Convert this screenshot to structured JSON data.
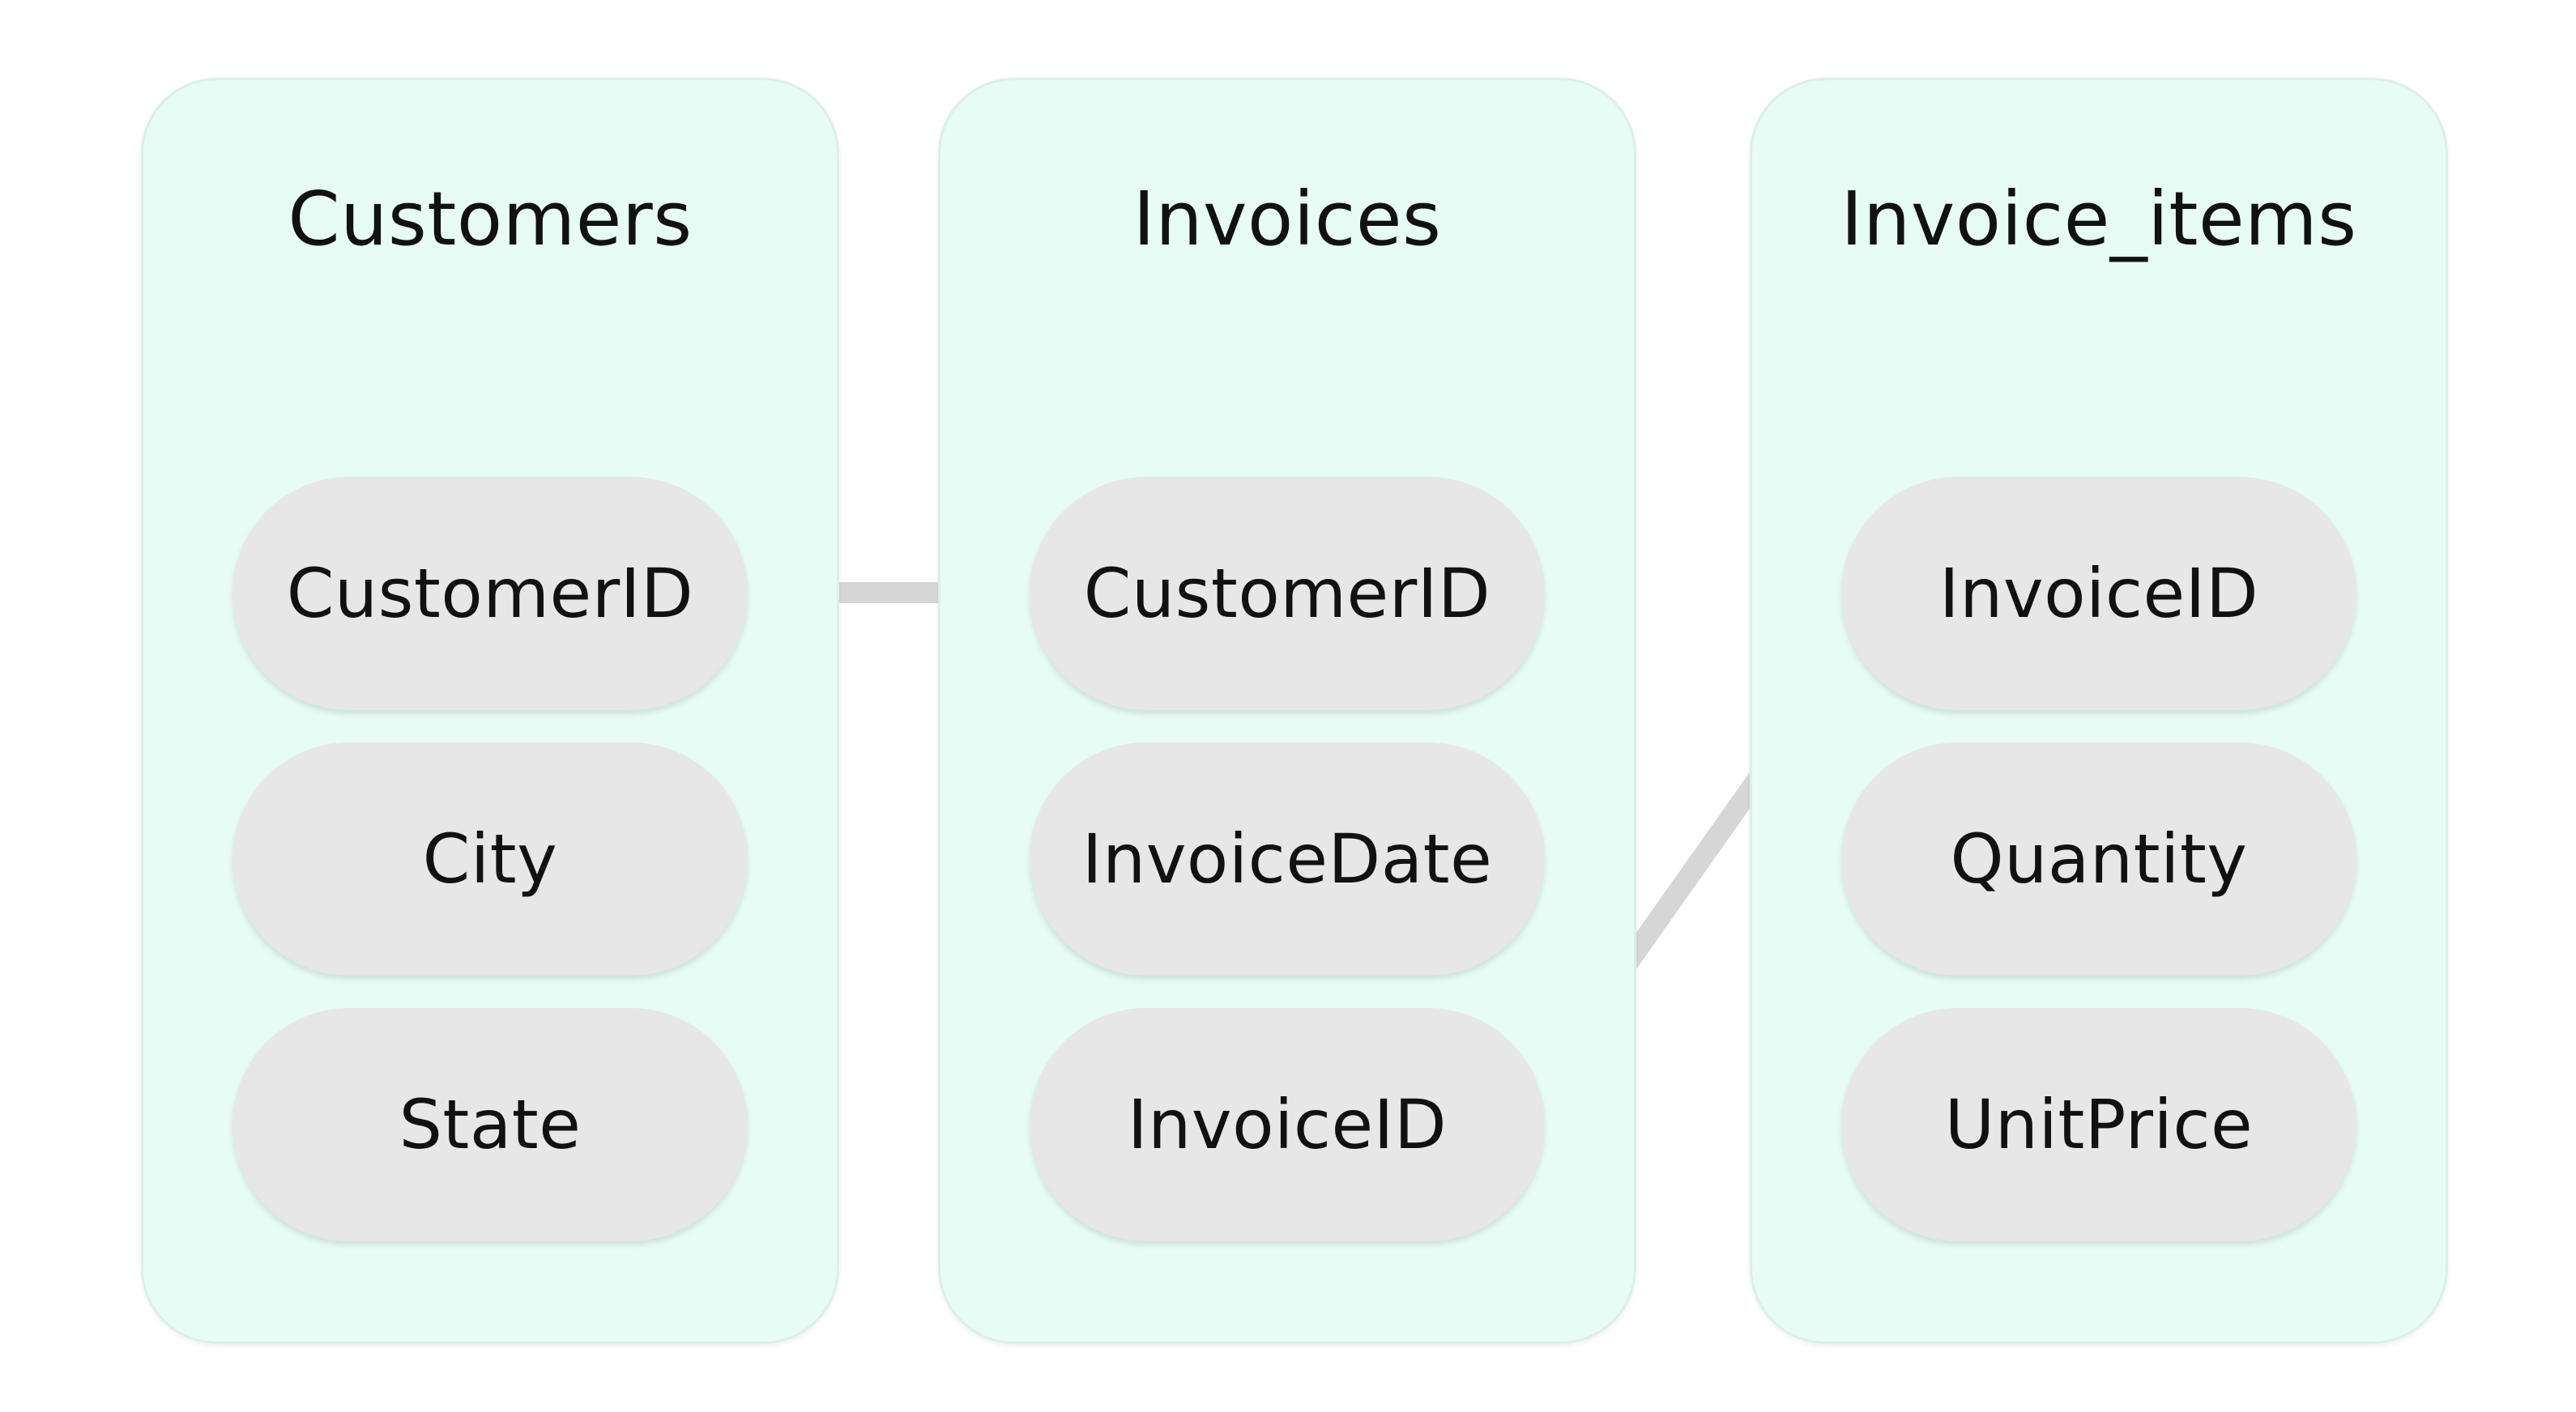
{
  "tables": [
    {
      "title": "Customers",
      "fields": [
        "CustomerID",
        "City",
        "State"
      ]
    },
    {
      "title": "Invoices",
      "fields": [
        "CustomerID",
        "InvoiceDate",
        "InvoiceID"
      ]
    },
    {
      "title": "Invoice_items",
      "fields": [
        "InvoiceID",
        "Quantity",
        "UnitPrice"
      ]
    }
  ],
  "links": [
    {
      "from": "Customers.CustomerID",
      "to": "Invoices.CustomerID"
    },
    {
      "from": "Invoices.InvoiceID",
      "to": "Invoice_items.InvoiceID"
    }
  ],
  "colors": {
    "panel_background": "#e6fcf5",
    "field_background": "#e7e7e7",
    "link": "#d6d6d6"
  }
}
